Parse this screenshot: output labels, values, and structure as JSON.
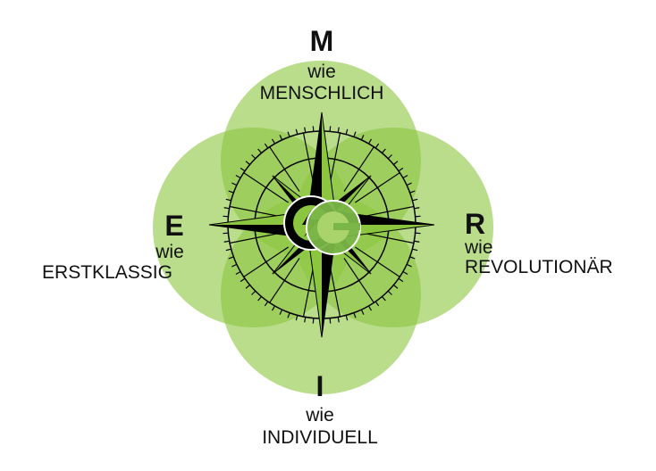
{
  "top": {
    "letter": "M",
    "wie": "wie",
    "word": "MENSCHLICH"
  },
  "left": {
    "letter": "E",
    "wie": "wie",
    "word": "ERSTKLASSIG"
  },
  "right": {
    "letter": "R",
    "wie": "wie",
    "word": "REVOLUTIONÄR"
  },
  "bottom": {
    "letter": "I",
    "wie": "wie",
    "word": "INDIVIDUELL"
  },
  "logo": {
    "text": "eG"
  },
  "colors": {
    "circle": "#8cc63f",
    "ink": "#000000",
    "logo_green": "#7ab648"
  }
}
